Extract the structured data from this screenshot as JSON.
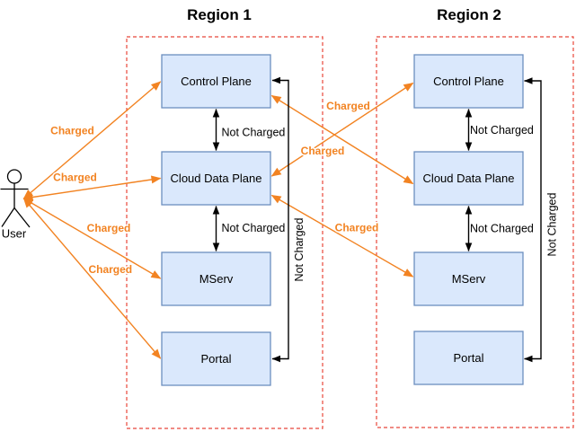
{
  "regions": [
    {
      "title": "Region 1",
      "nodes": [
        {
          "label": "Control Plane"
        },
        {
          "label": "Cloud Data Plane"
        },
        {
          "label": "MServ"
        },
        {
          "label": "Portal"
        }
      ]
    },
    {
      "title": "Region 2",
      "nodes": [
        {
          "label": "Control Plane"
        },
        {
          "label": "Cloud Data Plane"
        },
        {
          "label": "MServ"
        },
        {
          "label": "Portal"
        }
      ]
    }
  ],
  "actor": {
    "label": "User"
  },
  "edges": {
    "user_to_region1": [
      {
        "target": "Region 1 Control Plane",
        "label": "Charged"
      },
      {
        "target": "Region 1 Cloud Data Plane",
        "label": "Charged"
      },
      {
        "target": "Region 1 MServ",
        "label": "Charged"
      },
      {
        "target": "Region 1 Portal",
        "label": "Charged"
      }
    ],
    "cross_region": [
      {
        "from": "Region 1 Cloud Data Plane",
        "to": "Region 2 Control Plane",
        "label": "Charged"
      },
      {
        "from": "Region 1 Control Plane",
        "to": "Region 2 Cloud Data Plane",
        "label": "Charged"
      },
      {
        "from": "Region 1 Cloud Data Plane",
        "to": "Region 2 MServ",
        "label": "Charged"
      }
    ],
    "intra_region": [
      {
        "region": "Region 1",
        "between": "Control Plane / Cloud Data Plane",
        "label": "Not Charged"
      },
      {
        "region": "Region 1",
        "between": "Cloud Data Plane / MServ",
        "label": "Not Charged"
      },
      {
        "region": "Region 2",
        "between": "Control Plane / Cloud Data Plane",
        "label": "Not Charged"
      },
      {
        "region": "Region 2",
        "between": "Cloud Data Plane / MServ",
        "label": "Not Charged"
      }
    ],
    "loopback": [
      {
        "region": "Region 1",
        "between": "Control Plane / Portal",
        "label": "Not Charged"
      },
      {
        "region": "Region 2",
        "between": "Control Plane / Portal",
        "label": "Not Charged"
      }
    ]
  },
  "colors": {
    "charged_orange": "#f28322",
    "region_border_red": "#e8463a",
    "node_fill": "#dae8fc",
    "node_stroke": "#6c8ebf",
    "not_charged_black": "#000000"
  }
}
